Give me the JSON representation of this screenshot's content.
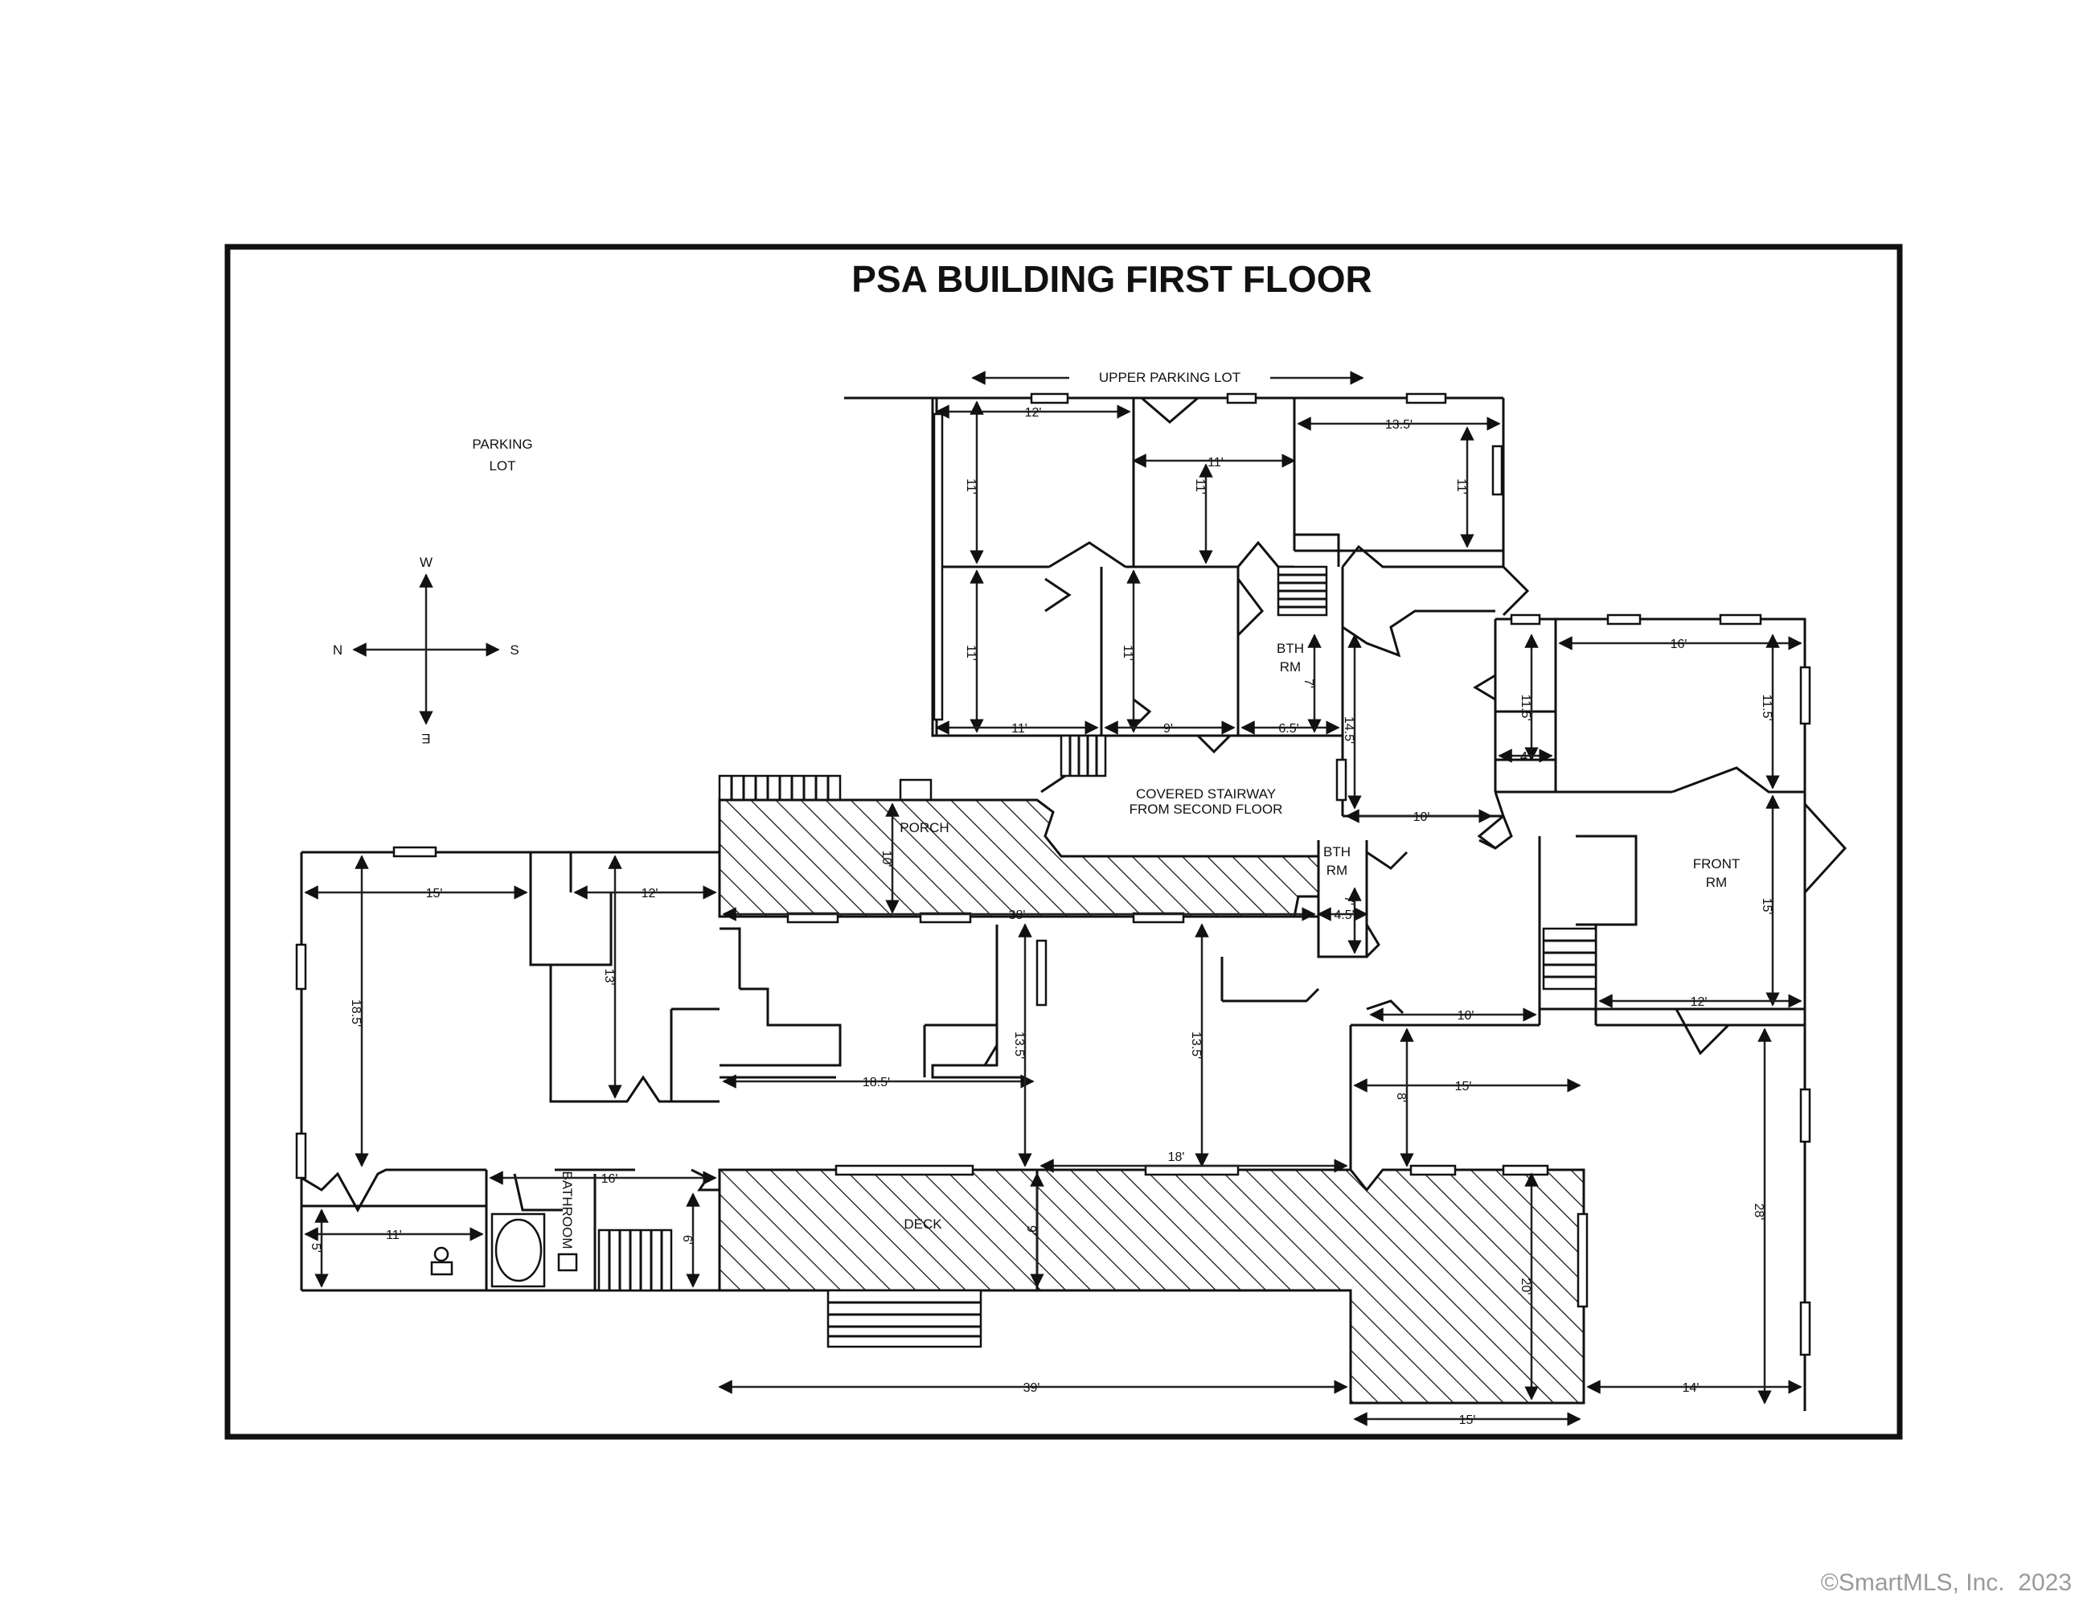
{
  "title": "PSA BUILDING FIRST FLOOR",
  "labels": {
    "upper_parking_lot": "UPPER PARKING LOT",
    "parking_lot_1": "PARKING",
    "parking_lot_2": "LOT",
    "porch": "PORCH",
    "covered_stairway_1": "COVERED STAIRWAY",
    "covered_stairway_2": "FROM SECOND FLOOR",
    "bth_rm_a_1": "BTH",
    "bth_rm_a_2": "RM",
    "bth_rm_b_1": "BTH",
    "bth_rm_b_2": "RM",
    "front_rm_1": "FRONT",
    "front_rm_2": "RM",
    "deck": "DECK",
    "bathroom": "BATHROOM"
  },
  "compass": {
    "top": "W",
    "bottom": "E",
    "left": "N",
    "right": "S"
  },
  "dimensions": {
    "d12a": "12'",
    "d11a": "11'",
    "d13_5a": "13.5'",
    "d11v1": "11'",
    "d11v2": "11'",
    "d11v3": "11'",
    "d11v4": "11'",
    "d11v5": "11'",
    "d11b": "11'",
    "d9": "9'",
    "d6_5": "6.5'",
    "d7a": "7'",
    "d14_5": "14.5'",
    "d16a": "16'",
    "d11_5a": "11.5'",
    "d11_5b": "11.5'",
    "d4": "4'",
    "d10a": "10'",
    "d7b": "7'",
    "d4_5": "4.5'",
    "d15a": "15'",
    "d15b": "15'",
    "d12b": "12'",
    "d10v": "10'",
    "d38": "38'",
    "d13v": "13'",
    "d18_5v": "18.5'",
    "d18_5h": "18.5'",
    "d13_5b": "13.5'",
    "d13_5c": "13.5'",
    "d10b": "10'",
    "d12c": "12'",
    "d8": "8'",
    "d15c": "15'",
    "d18": "18'",
    "d28": "28'",
    "d16b": "16'",
    "d11c": "11'",
    "d5": "5'",
    "d6": "6'",
    "d9b": "9'",
    "d20": "20'",
    "d39": "39'",
    "d14": "14'",
    "d15d": "15'"
  },
  "copyright": "©SmartMLS, Inc.  2023"
}
